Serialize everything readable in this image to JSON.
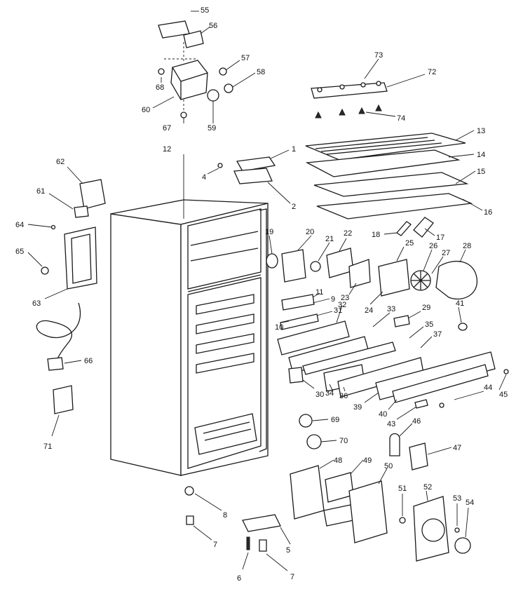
{
  "callouts": [
    {
      "id": "c1",
      "text": "1"
    },
    {
      "id": "c2",
      "text": "2"
    },
    {
      "id": "c4",
      "text": "4"
    },
    {
      "id": "c5",
      "text": "5"
    },
    {
      "id": "c6",
      "text": "6"
    },
    {
      "id": "c7a",
      "text": "7"
    },
    {
      "id": "c7b",
      "text": "7"
    },
    {
      "id": "c8",
      "text": "8"
    },
    {
      "id": "c9",
      "text": "9"
    },
    {
      "id": "c10",
      "text": "10"
    },
    {
      "id": "c11",
      "text": "11"
    },
    {
      "id": "c12",
      "text": "12"
    },
    {
      "id": "c13",
      "text": "13"
    },
    {
      "id": "c14",
      "text": "14"
    },
    {
      "id": "c15",
      "text": "15"
    },
    {
      "id": "c16",
      "text": "16"
    },
    {
      "id": "c17",
      "text": "17"
    },
    {
      "id": "c18",
      "text": "18"
    },
    {
      "id": "c19",
      "text": "19"
    },
    {
      "id": "c20",
      "text": "20"
    },
    {
      "id": "c21",
      "text": "21"
    },
    {
      "id": "c22",
      "text": "22"
    },
    {
      "id": "c23",
      "text": "23"
    },
    {
      "id": "c24",
      "text": "24"
    },
    {
      "id": "c25",
      "text": "25"
    },
    {
      "id": "c26",
      "text": "26"
    },
    {
      "id": "c27",
      "text": "27"
    },
    {
      "id": "c28",
      "text": "28"
    },
    {
      "id": "c29",
      "text": "29"
    },
    {
      "id": "c30",
      "text": "30"
    },
    {
      "id": "c31",
      "text": "31"
    },
    {
      "id": "c32",
      "text": "32"
    },
    {
      "id": "c33",
      "text": "33"
    },
    {
      "id": "c34",
      "text": "34"
    },
    {
      "id": "c35",
      "text": "35"
    },
    {
      "id": "c36",
      "text": "36"
    },
    {
      "id": "c37",
      "text": "37"
    },
    {
      "id": "c39",
      "text": "39"
    },
    {
      "id": "c40",
      "text": "40"
    },
    {
      "id": "c41",
      "text": "41"
    },
    {
      "id": "c43",
      "text": "43"
    },
    {
      "id": "c44",
      "text": "44"
    },
    {
      "id": "c45",
      "text": "45"
    },
    {
      "id": "c46",
      "text": "46"
    },
    {
      "id": "c47",
      "text": "47"
    },
    {
      "id": "c48",
      "text": "48"
    },
    {
      "id": "c49",
      "text": "49"
    },
    {
      "id": "c50",
      "text": "50"
    },
    {
      "id": "c51",
      "text": "51"
    },
    {
      "id": "c52",
      "text": "52"
    },
    {
      "id": "c53",
      "text": "53"
    },
    {
      "id": "c54",
      "text": "54"
    },
    {
      "id": "c55",
      "text": "55"
    },
    {
      "id": "c56",
      "text": "56"
    },
    {
      "id": "c57",
      "text": "57"
    },
    {
      "id": "c58",
      "text": "58"
    },
    {
      "id": "c59",
      "text": "59"
    },
    {
      "id": "c60",
      "text": "60"
    },
    {
      "id": "c61",
      "text": "61"
    },
    {
      "id": "c62",
      "text": "62"
    },
    {
      "id": "c63",
      "text": "63"
    },
    {
      "id": "c64",
      "text": "64"
    },
    {
      "id": "c65",
      "text": "65"
    },
    {
      "id": "c66",
      "text": "66"
    },
    {
      "id": "c67",
      "text": "67"
    },
    {
      "id": "c68",
      "text": "68"
    },
    {
      "id": "c69",
      "text": "69"
    },
    {
      "id": "c70",
      "text": "70"
    },
    {
      "id": "c71",
      "text": "71"
    },
    {
      "id": "c72",
      "text": "72"
    },
    {
      "id": "c73",
      "text": "73"
    },
    {
      "id": "c74",
      "text": "74"
    }
  ]
}
